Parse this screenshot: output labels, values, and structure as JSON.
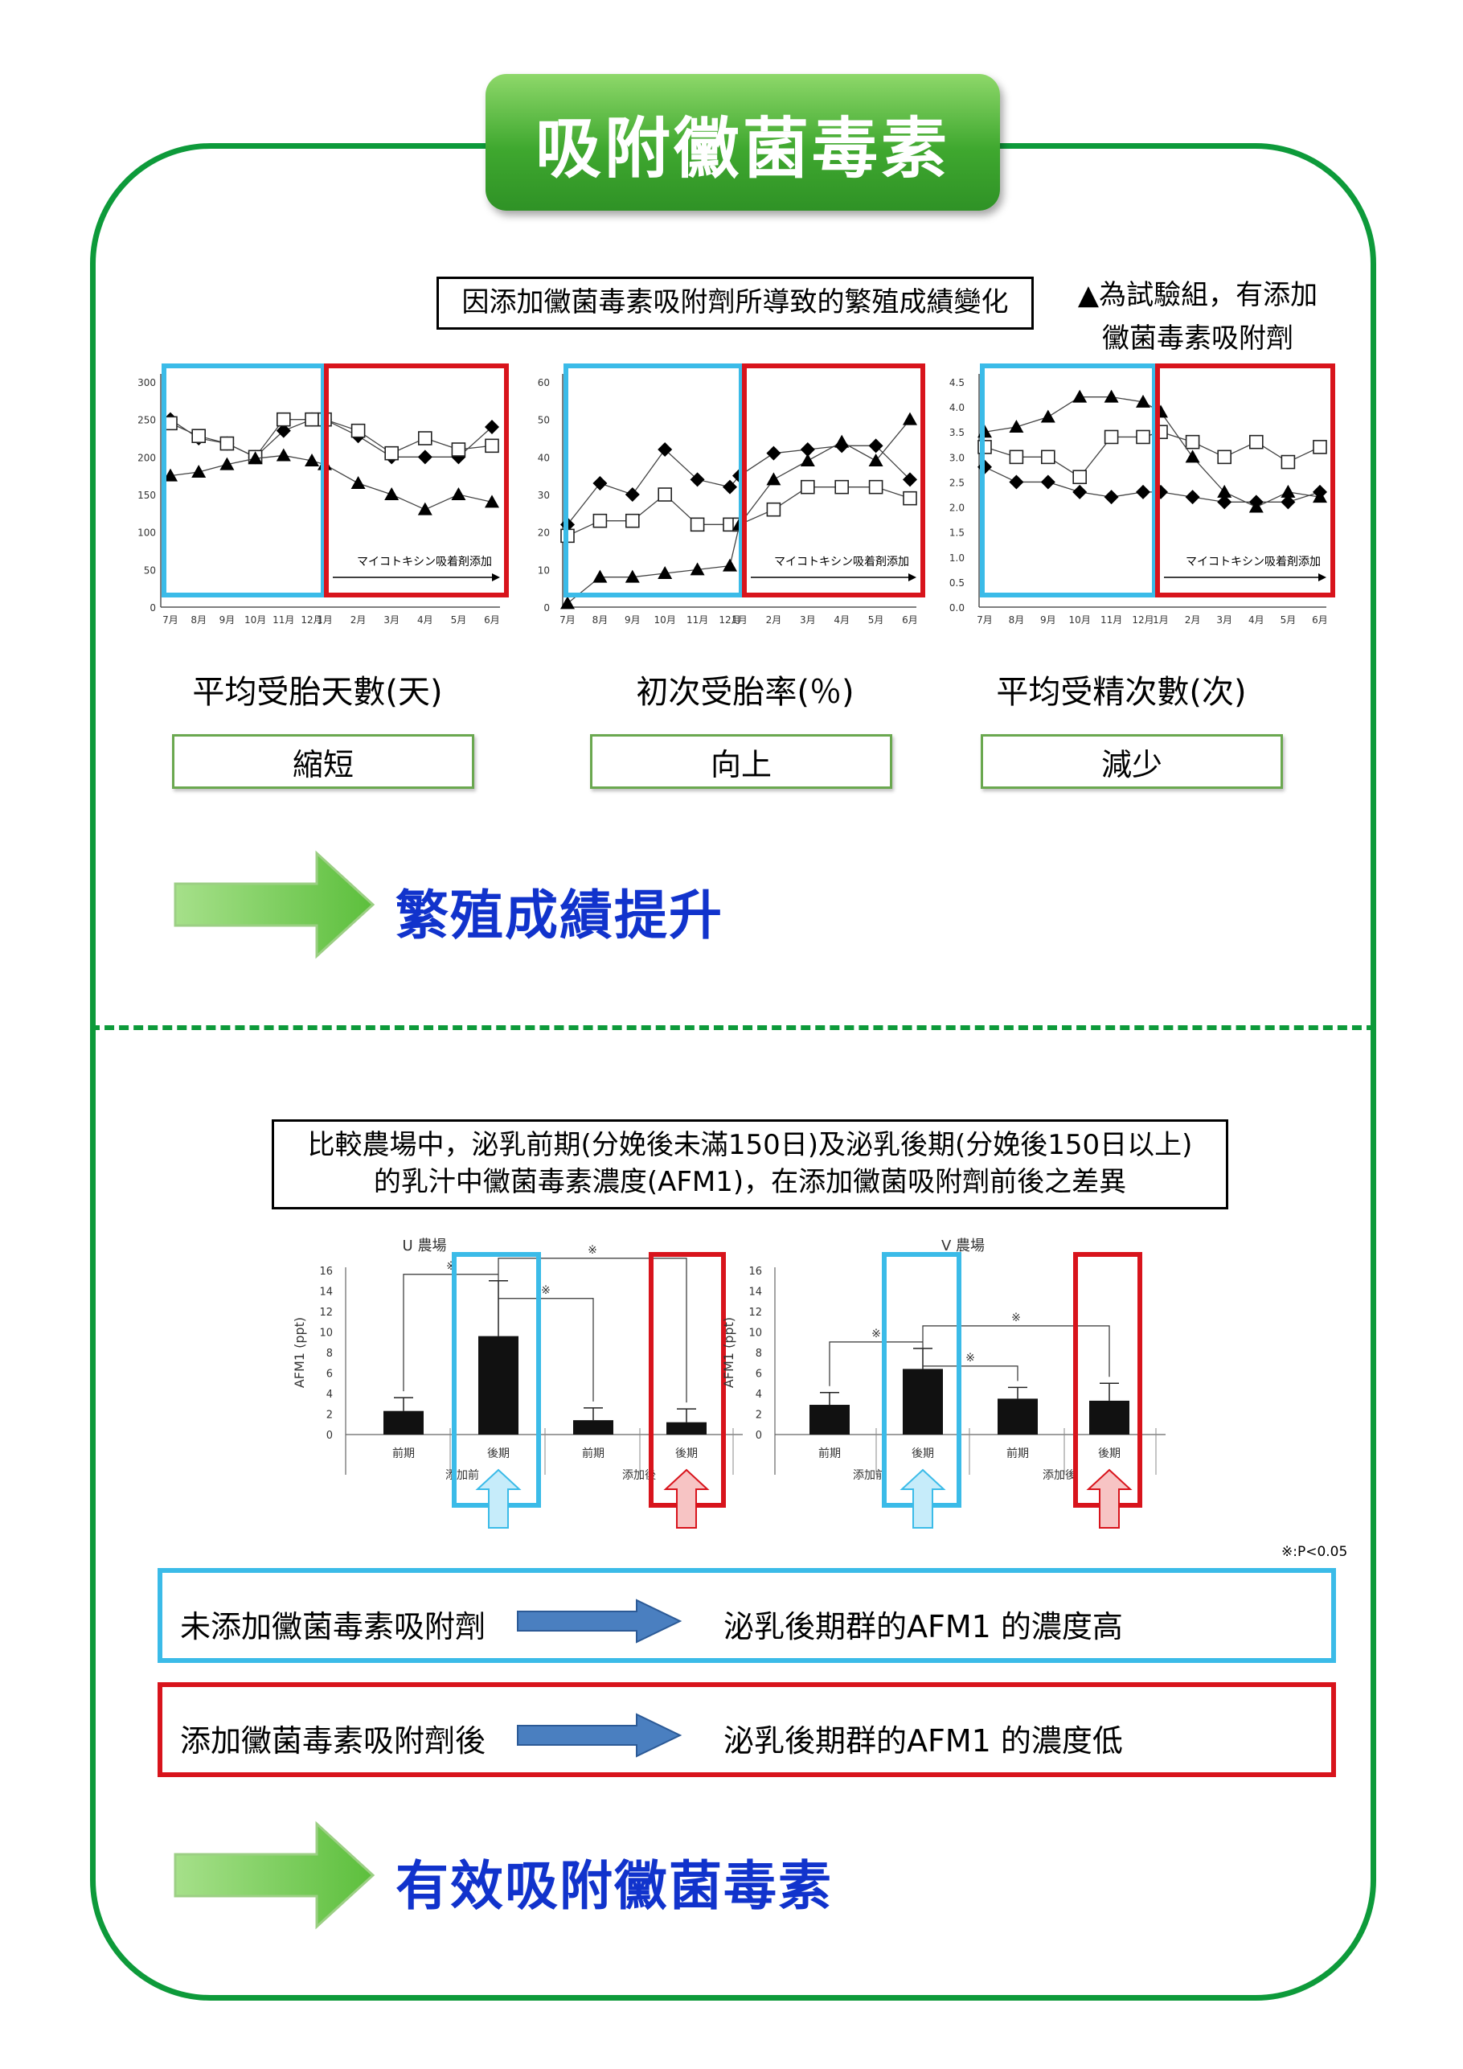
{
  "title": "吸附黴菌毒素",
  "section1": {
    "caption": "因添加黴菌毒素吸附劑所導致的繁殖成績變化",
    "legend_note_line1": "▲為試驗組，有添加",
    "legend_note_line2": "黴菌毒素吸附劑",
    "added_label": "マイコトキシン吸着剤添加",
    "labels": [
      "平均受胎天數(天)",
      "初次受胎率(％)",
      "平均受精次數(次)"
    ],
    "results": [
      "縮短",
      "向上",
      "減少"
    ],
    "conclusion": "繁殖成績提升"
  },
  "section2": {
    "caption_line1": "比較農場中，泌乳前期(分娩後未滿150日)及泌乳後期(分娩後150日以上)",
    "caption_line2": "的乳汁中黴菌毒素濃度(AFM1)，在添加黴菌吸附劑前後之差異",
    "pvalue_note": "※:P<0.05",
    "expl1_left": "未添加黴菌毒素吸附劑",
    "expl1_right": "泌乳後期群的AFM1 的濃度高",
    "expl2_left": "添加黴菌毒素吸附劑後",
    "expl2_right": "泌乳後期群的AFM1 的濃度低",
    "conclusion": "有效吸附黴菌毒素"
  },
  "colors": {
    "green": "#0d9a3a",
    "blue_box": "#3bbbe8",
    "red_box": "#d8141c",
    "conclusion_text": "#1133cc"
  },
  "chart_data": [
    {
      "type": "line",
      "categories": [
        "7月",
        "8月",
        "9月",
        "10月",
        "11月",
        "12月",
        "1月",
        "2月",
        "3月",
        "4月",
        "5月",
        "6月"
      ],
      "ylim": [
        0,
        300
      ],
      "yticks": [
        "0",
        "50",
        "100",
        "150",
        "200",
        "250",
        "300"
      ],
      "series": [
        {
          "marker": "diamond",
          "values": [
            250,
            225,
            218,
            200,
            235,
            250,
            250,
            228,
            200,
            200,
            200,
            240
          ]
        },
        {
          "marker": "square",
          "values": [
            245,
            228,
            218,
            200,
            250,
            250,
            250,
            235,
            205,
            225,
            210,
            215
          ]
        },
        {
          "marker": "triangle",
          "values": [
            175,
            180,
            190,
            198,
            202,
            195,
            190,
            165,
            150,
            130,
            150,
            140
          ]
        }
      ]
    },
    {
      "type": "line",
      "categories": [
        "7月",
        "8月",
        "9月",
        "10月",
        "11月",
        "12月",
        "1月",
        "2月",
        "3月",
        "4月",
        "5月",
        "6月"
      ],
      "ylim": [
        0,
        60
      ],
      "yticks": [
        "0",
        "10",
        "20",
        "30",
        "40",
        "50",
        "60"
      ],
      "series": [
        {
          "marker": "diamond",
          "values": [
            22,
            33,
            30,
            42,
            34,
            32,
            35,
            41,
            42,
            43,
            43,
            34
          ]
        },
        {
          "marker": "square",
          "values": [
            19,
            23,
            23,
            30,
            22,
            22,
            22,
            26,
            32,
            32,
            32,
            29
          ]
        },
        {
          "marker": "triangle",
          "values": [
            1,
            8,
            8,
            9,
            10,
            11,
            22,
            34,
            39,
            44,
            39,
            50
          ]
        }
      ]
    },
    {
      "type": "line",
      "categories": [
        "7月",
        "8月",
        "9月",
        "10月",
        "11月",
        "12月",
        "1月",
        "2月",
        "3月",
        "4月",
        "5月",
        "6月"
      ],
      "ylim": [
        0,
        4.5
      ],
      "yticks": [
        "0.0",
        "0.5",
        "1.0",
        "1.5",
        "2.0",
        "2.5",
        "3.0",
        "3.5",
        "4.0",
        "4.5"
      ],
      "series": [
        {
          "marker": "diamond",
          "values": [
            2.8,
            2.5,
            2.5,
            2.3,
            2.2,
            2.3,
            2.3,
            2.2,
            2.1,
            2.1,
            2.1,
            2.3
          ]
        },
        {
          "marker": "square",
          "values": [
            3.2,
            3.0,
            3.0,
            2.6,
            3.4,
            3.4,
            3.5,
            3.3,
            3.0,
            3.3,
            2.9,
            3.2
          ]
        },
        {
          "marker": "triangle",
          "values": [
            3.5,
            3.6,
            3.8,
            4.2,
            4.2,
            4.1,
            3.9,
            3.0,
            2.3,
            2.0,
            2.3,
            2.2
          ]
        }
      ]
    },
    {
      "type": "bar",
      "title": "U 農場",
      "ylabel": "AFM1 (ppt)",
      "ylim": [
        0,
        16
      ],
      "yticks": [
        "0",
        "2",
        "4",
        "6",
        "8",
        "10",
        "12",
        "14",
        "16"
      ],
      "categories": [
        "前期",
        "後期",
        "前期",
        "後期"
      ],
      "groups": [
        "添加前",
        "添加後"
      ],
      "values": [
        2.3,
        9.6,
        1.4,
        1.2
      ],
      "errors": [
        1.3,
        5.4,
        1.2,
        1.3
      ],
      "sig_mark": "※"
    },
    {
      "type": "bar",
      "title": "V 農場",
      "ylabel": "AFM1 (ppt)",
      "ylim": [
        0,
        16
      ],
      "yticks": [
        "0",
        "2",
        "4",
        "6",
        "8",
        "10",
        "12",
        "14",
        "16"
      ],
      "categories": [
        "前期",
        "後期",
        "前期",
        "後期"
      ],
      "groups": [
        "添加前",
        "添加後"
      ],
      "values": [
        2.9,
        6.4,
        3.5,
        3.3
      ],
      "errors": [
        1.2,
        2.0,
        1.1,
        1.7
      ],
      "sig_mark": "※"
    }
  ]
}
